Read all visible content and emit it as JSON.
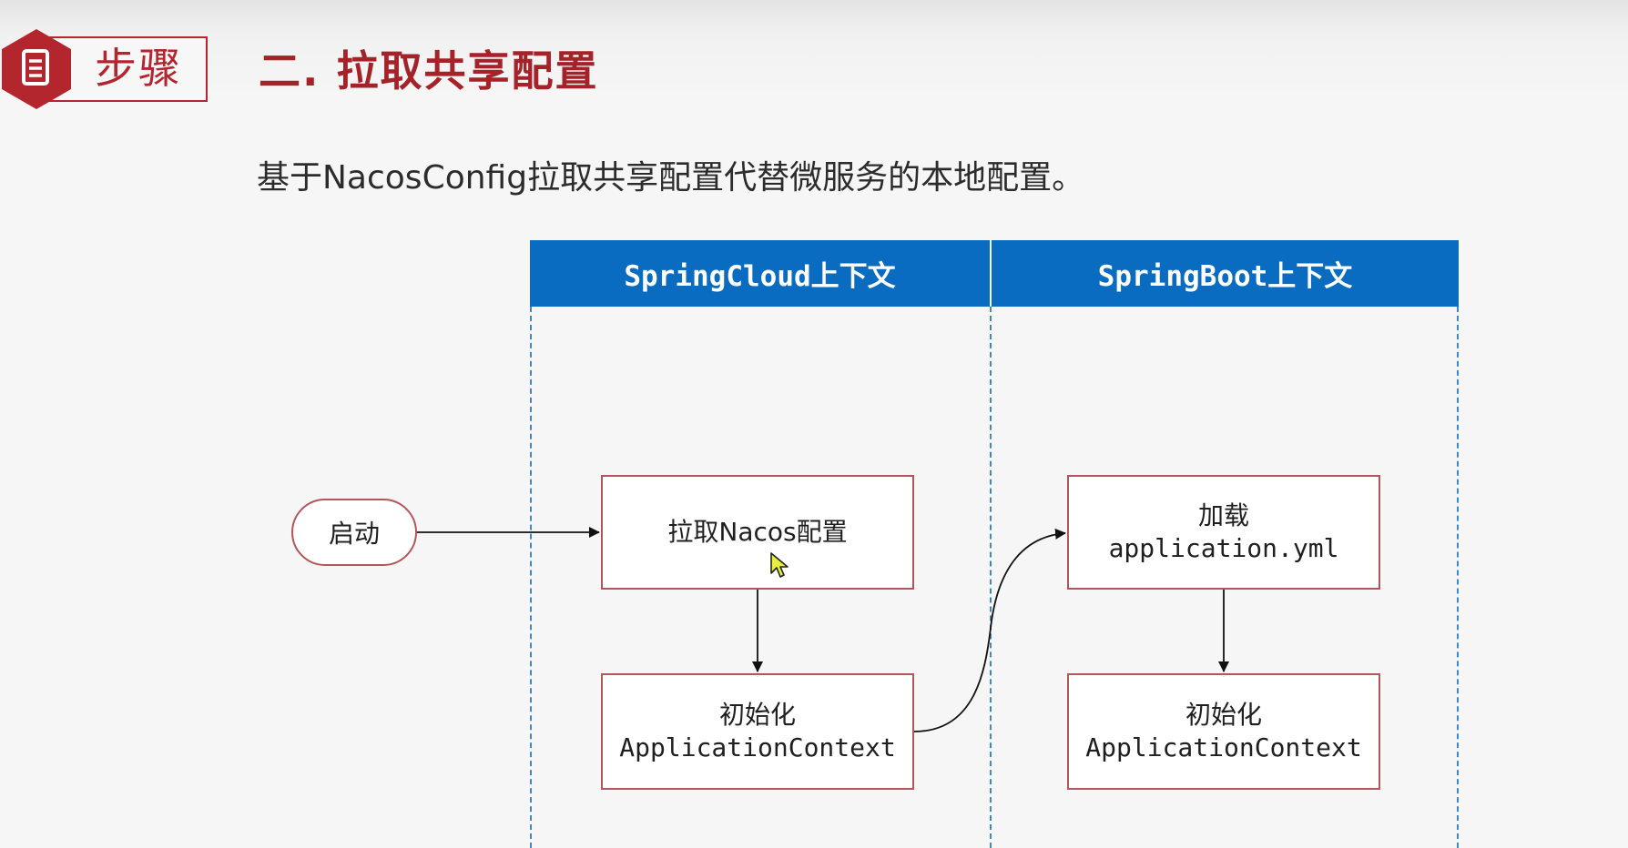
{
  "header": {
    "badge_label": "步骤",
    "badge_icon": "document-icon",
    "title": "二. 拉取共享配置"
  },
  "description": "基于NacosConfig拉取共享配置代替微服务的本地配置。",
  "diagram": {
    "lanes": [
      {
        "title": "SpringCloud上下文"
      },
      {
        "title": "SpringBoot上下文"
      }
    ],
    "nodes": {
      "start": {
        "label": "启动"
      },
      "pull": {
        "label": "拉取Nacos配置"
      },
      "init_cloud": {
        "line1": "初始化",
        "line2": "ApplicationContext"
      },
      "load": {
        "line1": "加载",
        "line2": "application.yml"
      },
      "init_boot": {
        "line1": "初始化",
        "line2": "ApplicationContext"
      }
    },
    "edges": [
      [
        "start",
        "pull"
      ],
      [
        "pull",
        "init_cloud"
      ],
      [
        "init_cloud",
        "load"
      ],
      [
        "load",
        "init_boot"
      ]
    ]
  },
  "colors": {
    "accent": "#b4262d",
    "lane_header": "#0a6cc0",
    "node_border": "#b4555a",
    "lane_divider": "#3f88c8"
  }
}
